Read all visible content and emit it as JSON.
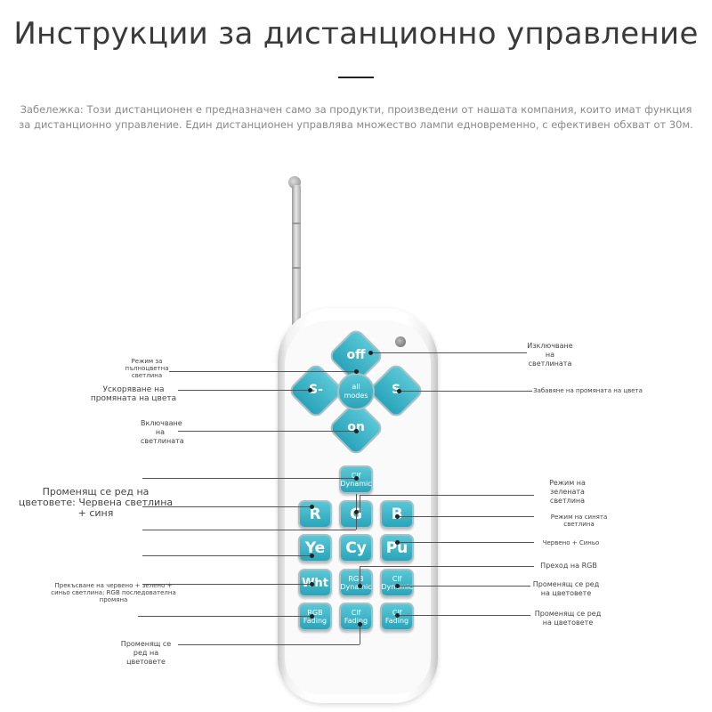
{
  "title": "Инструкции за дистанционно управление",
  "note": "Забележка: Този дистанционен е предназначен само за продукти, произведени от нашата компания, които имат функция за дистанционно управление. Един дистанционен управлява множество лампи едновременно, с ефективен обхват от 30м.",
  "keys": {
    "off": "off",
    "s_left": "S-",
    "s_right": "S",
    "all_modes": "all modes",
    "on": "on",
    "clf_dynamic_top": "Clf Dynamic",
    "r": "R",
    "g": "G",
    "b": "B",
    "ye": "Ye",
    "cy": "Cy",
    "pu": "Pu",
    "wht": "Wht",
    "rgb_dynamic": "RGB Dynamic",
    "clf_dynamic": "Clf Dynamic",
    "rgb_fading": "RGB Fading",
    "clf_fading_mid": "Clf Fading",
    "clf_fading_right": "Clf Fading"
  },
  "callouts": {
    "full_color_mode": "Режим за пълноцветна светлина",
    "speed_up": "Ускоряване на промяната на цвета",
    "light_on": "Включване на светлината",
    "color_order_red_blue": "Променящ се ред на цветовете: Червена светлина + синя",
    "break_rgb": "Прекъсване на червено + зелено + синьо светлина: RGB последователна промяна",
    "color_order_bottom": "Променящ се ред на цветовете",
    "light_off": "Изключване на светлината",
    "slow_down": "Забавяне на промяната на цвета",
    "green_mode": "Режим на зелената светлина",
    "blue_mode": "Режим на синята светлина",
    "red_blue": "Червено + Синьо",
    "rgb_transition": "Преход на RGB",
    "color_order_right1": "Променящ се ред на цветовете",
    "color_order_right2": "Променящ се ред на цветовете"
  },
  "colors": {
    "key": "#2aa4ba",
    "key_border": "#a9c0c4"
  }
}
